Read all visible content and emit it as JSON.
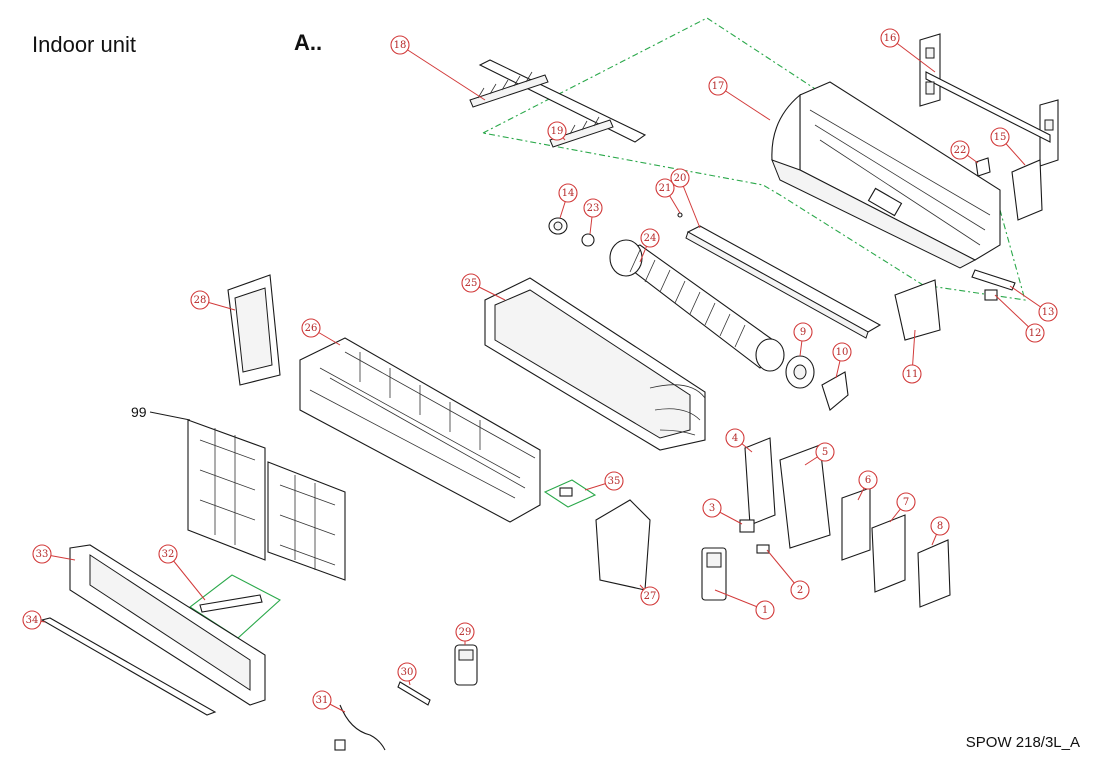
{
  "header": {
    "title": "Indoor unit",
    "section": "A.."
  },
  "footer": {
    "document_ref": "SPOW 218/3L_A"
  },
  "reference_99": "99",
  "colors": {
    "callout": "#d23a3a",
    "group_outline": "#2aa84a",
    "line": "#1a1a1a"
  },
  "callouts": [
    {
      "label": "1"
    },
    {
      "label": "2"
    },
    {
      "label": "3"
    },
    {
      "label": "4"
    },
    {
      "label": "5"
    },
    {
      "label": "6"
    },
    {
      "label": "7"
    },
    {
      "label": "8"
    },
    {
      "label": "9"
    },
    {
      "label": "10"
    },
    {
      "label": "11"
    },
    {
      "label": "12"
    },
    {
      "label": "13"
    },
    {
      "label": "14"
    },
    {
      "label": "15"
    },
    {
      "label": "16"
    },
    {
      "label": "17"
    },
    {
      "label": "18"
    },
    {
      "label": "19"
    },
    {
      "label": "20"
    },
    {
      "label": "21"
    },
    {
      "label": "22"
    },
    {
      "label": "23"
    },
    {
      "label": "24"
    },
    {
      "label": "25"
    },
    {
      "label": "26"
    },
    {
      "label": "27"
    },
    {
      "label": "28"
    },
    {
      "label": "29"
    },
    {
      "label": "30"
    },
    {
      "label": "31"
    },
    {
      "label": "32"
    },
    {
      "label": "33"
    },
    {
      "label": "34"
    },
    {
      "label": "35"
    }
  ]
}
